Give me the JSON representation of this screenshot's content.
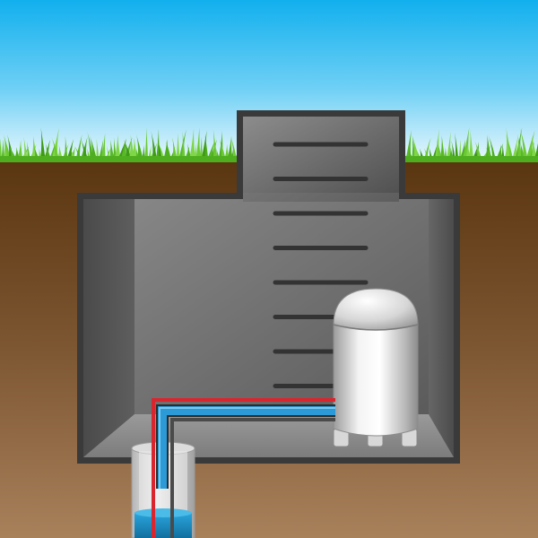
{
  "scene": {
    "icons": {
      "sky": "sky-illustration",
      "grass": "grass-illustration",
      "soil": "soil-illustration",
      "pit": "underground-pit-illustration",
      "ladder": "ladder-rungs-illustration",
      "tank": "pressure-tank-illustration",
      "hot_pipe": "red-pipe-illustration",
      "cold_pipe": "blue-pipe-illustration",
      "well": "well-casing-illustration",
      "water": "groundwater-illustration"
    },
    "colors": {
      "sky_top": "#1aa8e8",
      "sky_bottom": "#e6f6fd",
      "grass": "#5fbf2a",
      "soil_top": "#5b3712",
      "soil_bottom": "#a47d55",
      "pit_frame": "#3a3a3a",
      "pit_wall": "#6e6e6e",
      "rung": "#333333",
      "pipe_red": "#d9262e",
      "pipe_blue": "#2b9ad6",
      "water": "#1e8fc8",
      "tank_body": "#cfcfcf"
    }
  }
}
